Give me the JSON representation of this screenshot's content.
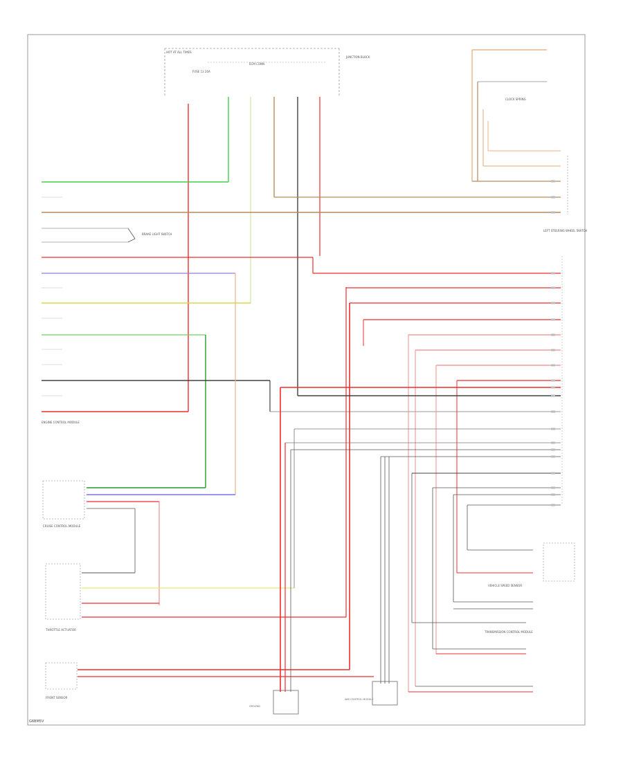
{
  "diagram": {
    "footer_code": "G6BM5V",
    "colors": {
      "lt_grn": "#3fd04a",
      "brn": "#b98a5a",
      "red": "#ee2c2c",
      "blu": "#5858e6",
      "yel": "#d8d84a",
      "grn": "#2a9a2a",
      "blk": "#404040",
      "gry": "#9a9a9a",
      "org": "#f0b080",
      "pink": "#f28a8a",
      "tan": "#e0a870",
      "frame": "#9a9a9a"
    },
    "components": [
      {
        "id": "hot-at-all-times",
        "label": "HOT AT ALL TIMES"
      },
      {
        "id": "fuse",
        "label": "FUSE 13 20A"
      },
      {
        "id": "junction-block",
        "label": "JUNCTION BLOCK"
      },
      {
        "id": "ecm-connector",
        "label": "ECM CONN"
      },
      {
        "id": "brake-switch",
        "label": "BRAKE LIGHT SWITCH"
      },
      {
        "id": "engine-control",
        "label": "ENGINE CONTROL MODULE"
      },
      {
        "id": "cruise-module",
        "label": "CRUISE CONTROL MODULE"
      },
      {
        "id": "throttle-actuator",
        "label": "THROTTLE ACTUATOR"
      },
      {
        "id": "front-sensor",
        "label": "FRONT SENSOR"
      },
      {
        "id": "left-steering",
        "label": "LEFT STEERING WHEEL SWITCH"
      },
      {
        "id": "clock-spring",
        "label": "CLOCK SPRING"
      },
      {
        "id": "vehicle-speed",
        "label": "VEHICLE SPEED SENSOR"
      },
      {
        "id": "abs-module",
        "label": "ABS CONTROL MODULE"
      },
      {
        "id": "tcm",
        "label": "TRANSMISSION CONTROL MODULE"
      },
      {
        "id": "ground",
        "label": "GROUND"
      }
    ]
  }
}
